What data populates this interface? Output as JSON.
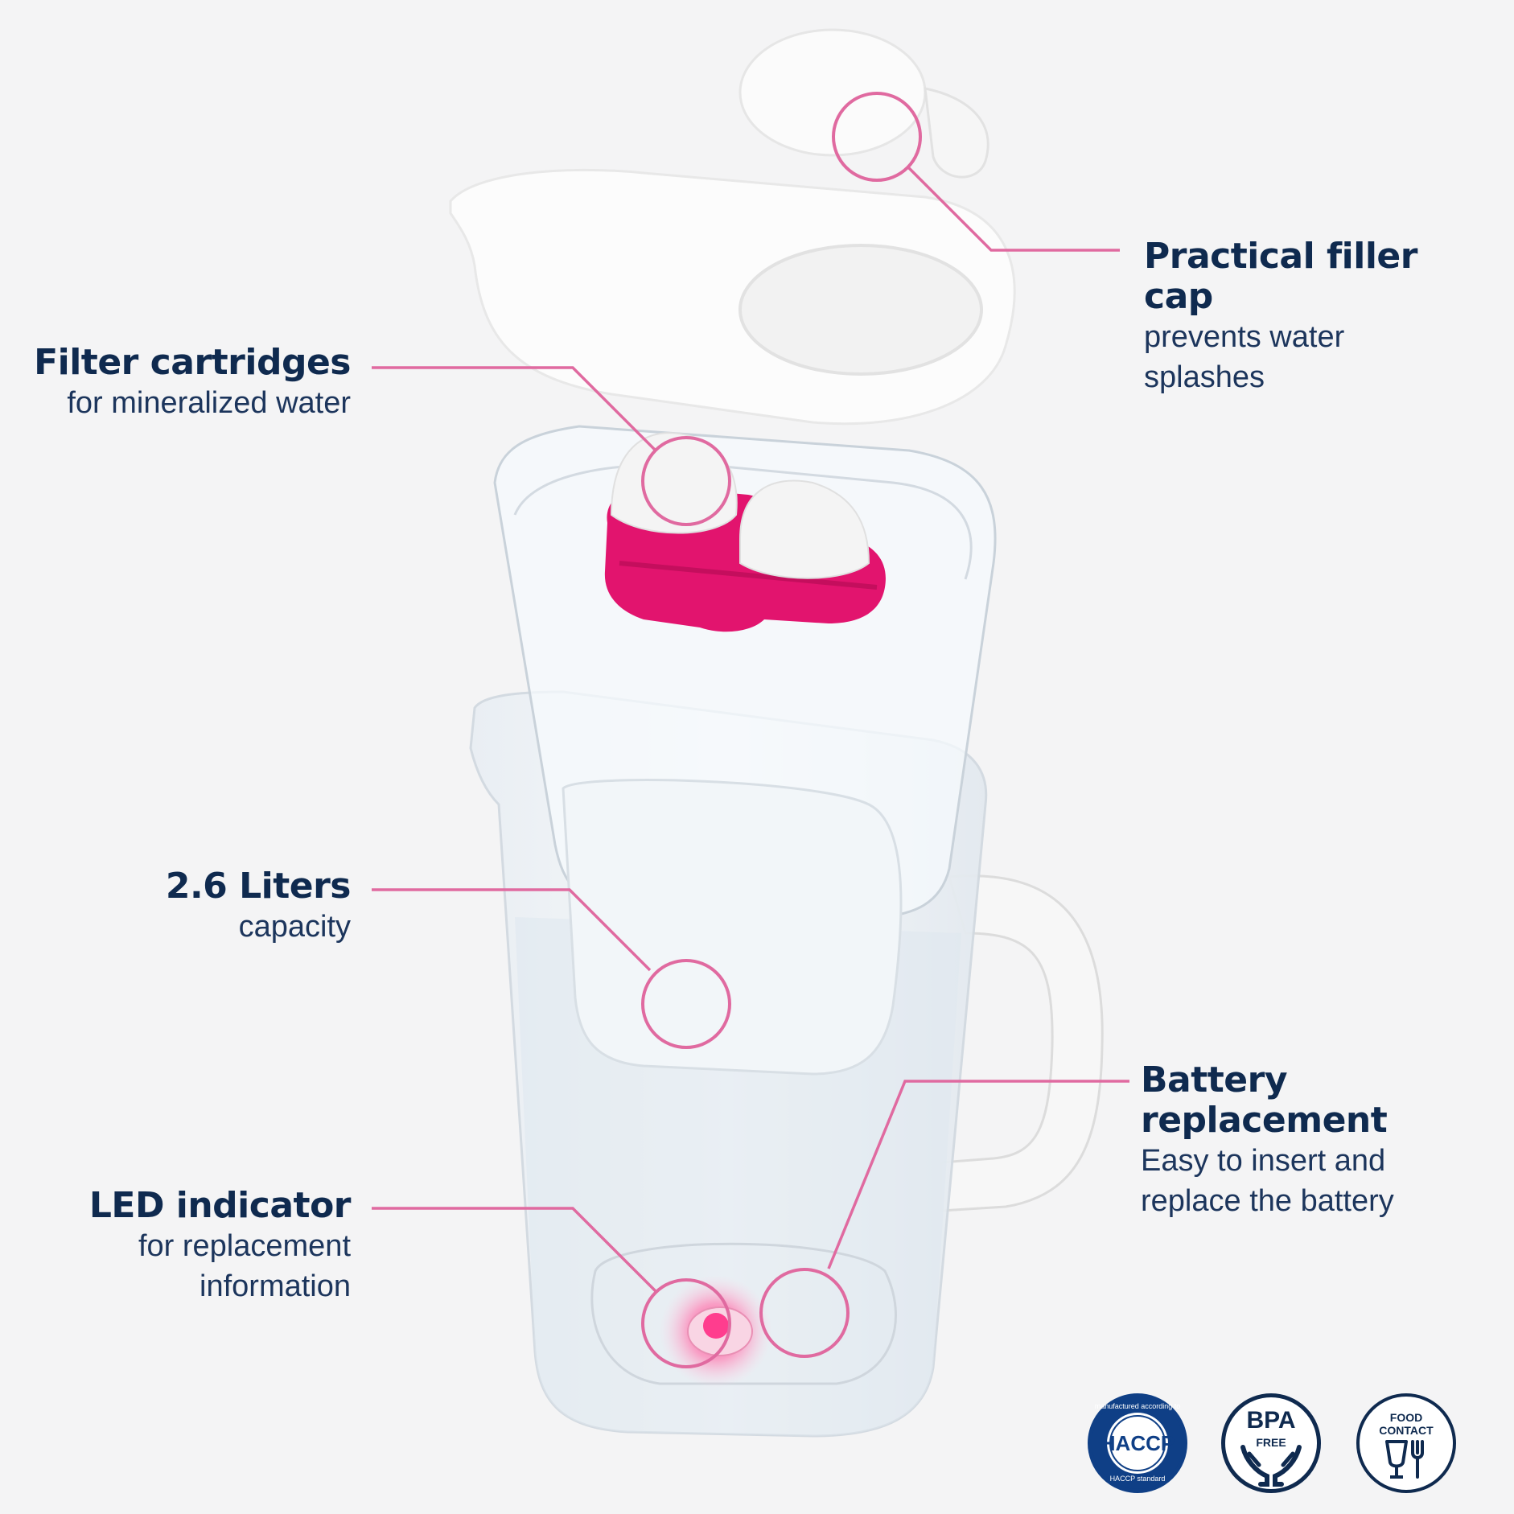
{
  "colors": {
    "accent_pink": "#e06aa0",
    "navy": "#0f2a4f",
    "cartridge_magenta": "#e2146e",
    "background": "#f4f4f5"
  },
  "callouts": {
    "filter_cartridges": {
      "title": "Filter cartridges",
      "sub": "for mineralized water"
    },
    "capacity": {
      "title": "2.6 Liters",
      "sub": "capacity"
    },
    "led_indicator": {
      "title": "LED indicator",
      "sub_line1": "for replacement",
      "sub_line2": "information"
    },
    "filler_cap": {
      "title_line1": "Practical filler",
      "title_line2": "cap",
      "sub_line1": "prevents water",
      "sub_line2": "splashes"
    },
    "battery": {
      "title_line1": "Battery",
      "title_line2": "replacement",
      "sub_line1": "Easy to insert and",
      "sub_line2": "replace the battery"
    }
  },
  "badges": {
    "haccp": {
      "main": "HACCP",
      "ring_top": "manufactured according to",
      "ring_bottom": "HACCP standard",
      "icon": "haccp-seal-icon"
    },
    "bpa": {
      "main": "BPA",
      "small": "FREE",
      "icon": "hands-icon"
    },
    "food": {
      "line1": "FOOD",
      "line2": "CONTACT",
      "icon": "glass-fork-icon"
    }
  }
}
